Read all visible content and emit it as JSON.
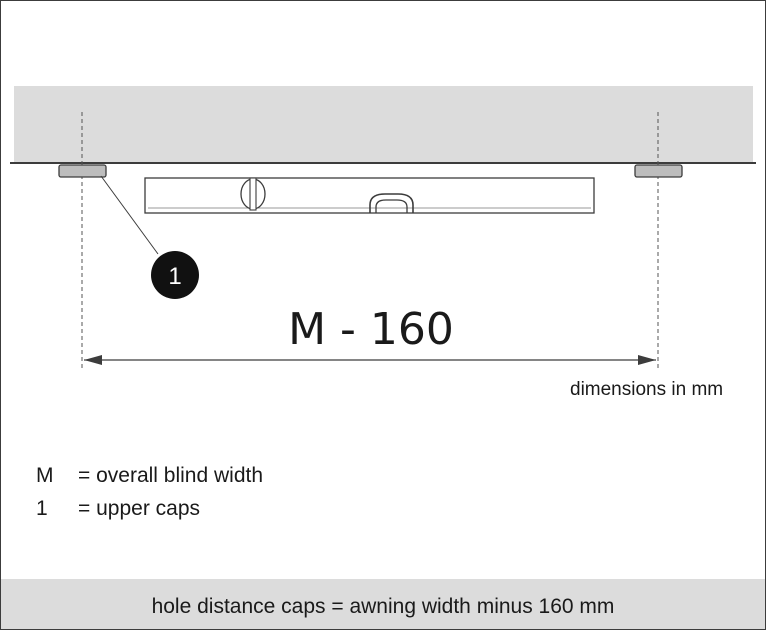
{
  "diagram": {
    "callout_number": "1",
    "dimension_label": "M - 160",
    "dimension_note": "dimensions in mm"
  },
  "legend": [
    {
      "key": "M",
      "text": "= overall blind width"
    },
    {
      "key": "1",
      "text": "= upper caps"
    }
  ],
  "footer": {
    "text": "hole distance caps = awning width minus 160 mm"
  },
  "colors": {
    "ceiling": "#dcdcdc",
    "line": "#3c3c3c",
    "cap": "#bdbdbd",
    "callout": "#111111"
  }
}
